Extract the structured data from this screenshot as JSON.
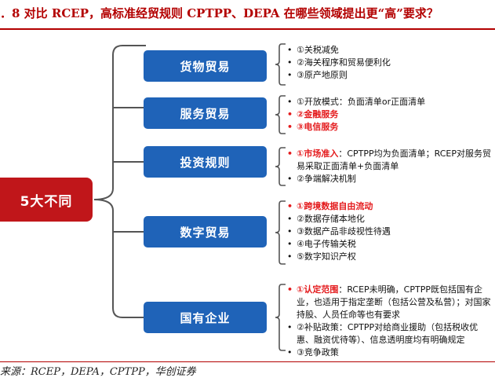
{
  "title": "．8 对比 RCEP，高标准经贸规则 CPTPP、DEPA 在哪些领域提出更“高”要求？",
  "source": "来源：RCEP，DEPA，CPTPP，华创证券",
  "root": {
    "label": "5大不同"
  },
  "colors": {
    "root": "#c0161a",
    "category": "#1f63b8",
    "highlight": "#e41a1c",
    "title": "#b30000"
  },
  "categories": [
    {
      "label": "货物贸易",
      "items": [
        {
          "text": "①关税减免",
          "highlight": false
        },
        {
          "text": "②海关程序和贸易便利化",
          "highlight": false
        },
        {
          "text": "③原产地原则",
          "highlight": false
        }
      ]
    },
    {
      "label": "服务贸易",
      "items": [
        {
          "text": "①开放模式：负面清单or正面清单",
          "highlight": false
        },
        {
          "text": "②金融服务",
          "highlight": true
        },
        {
          "text": "③电信服务",
          "highlight": true
        }
      ]
    },
    {
      "label": "投资规则",
      "items": [
        {
          "prefix": "①市场准入",
          "text": "：CPTPP均为负面清单；RCEP对服务贸易采取正面清单+负面清单",
          "highlight": false
        },
        {
          "text": "②争端解决机制",
          "highlight": false
        }
      ]
    },
    {
      "label": "数字贸易",
      "items": [
        {
          "text": "①跨境数据自由流动",
          "highlight": true
        },
        {
          "text": "②数据存储本地化",
          "highlight": false
        },
        {
          "text": "③数据产品非歧视性待遇",
          "highlight": false
        },
        {
          "text": "④电子传输关税",
          "highlight": false
        },
        {
          "text": "⑤数字知识产权",
          "highlight": false
        }
      ]
    },
    {
      "label": "国有企业",
      "items": [
        {
          "prefix": "①认定范围",
          "text": "：RCEP未明确，CPTPP既包括国有企业，也适用于指定垄断（包括公营及私营）；对国家持股、人员任命等也有要求",
          "highlight": false
        },
        {
          "text": "②补贴政策：CPTPP对给商业援助（包括税收优惠、融资优待等）、信息透明度均有明确规定",
          "highlight": false
        },
        {
          "text": "③竞争政策",
          "highlight": false
        }
      ]
    }
  ]
}
